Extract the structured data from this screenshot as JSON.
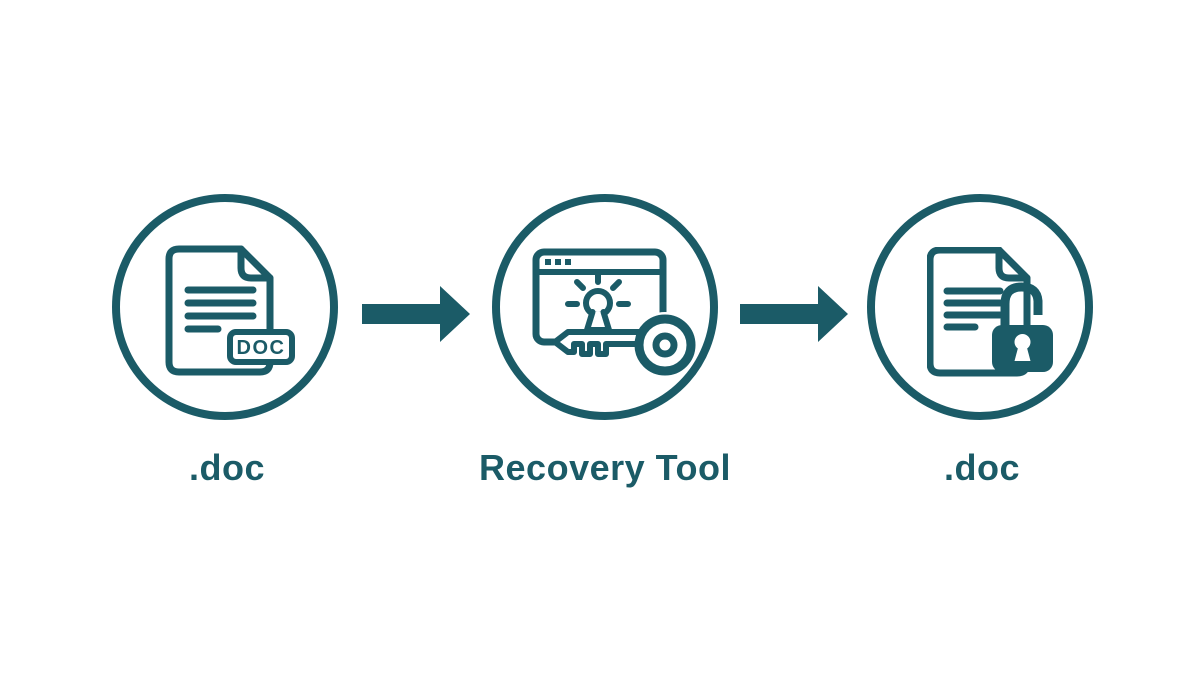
{
  "page": {
    "background_color": "#ffffff"
  },
  "palette": {
    "accent": "#1B5B67",
    "icon_inner": "#ffffff"
  },
  "flow": {
    "nodes": [
      {
        "id": "source-doc-file",
        "label": ".doc",
        "icon": "doc-file-icon",
        "badge_text": "DOC"
      },
      {
        "id": "recovery-tool",
        "label": "Recovery Tool",
        "icon": "recovery-key-window-icon"
      },
      {
        "id": "recovered-doc-file",
        "label": ".doc",
        "icon": "unlocked-doc-file-icon"
      }
    ],
    "connectors": [
      {
        "id": "arrow-1",
        "type": "arrow-right"
      },
      {
        "id": "arrow-2",
        "type": "arrow-right"
      }
    ]
  }
}
